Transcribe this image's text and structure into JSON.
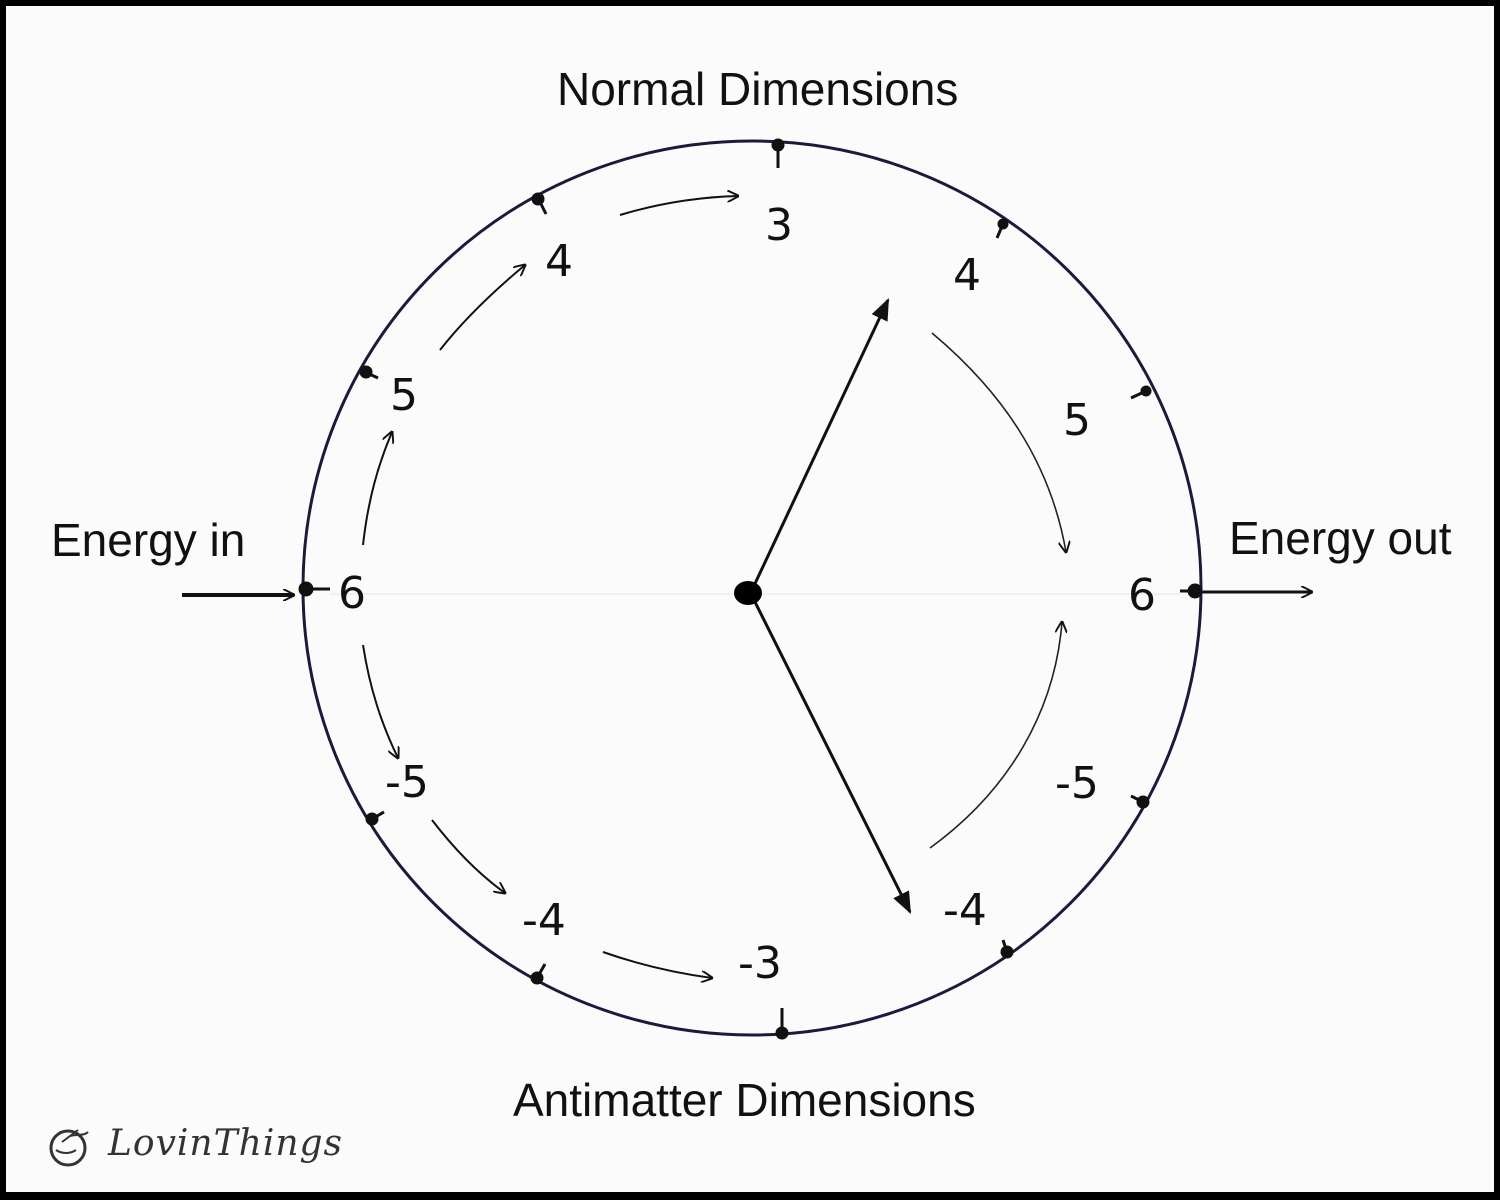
{
  "titles": {
    "top": "Normal Dimensions",
    "bottom": "Antimatter Dimensions"
  },
  "energy": {
    "in": "Energy in",
    "out": "Energy out"
  },
  "left_labels": [
    "6",
    "5",
    "4",
    "3",
    "-5",
    "-4",
    "-3"
  ],
  "right_labels": [
    "4",
    "5",
    "6",
    "-5",
    "-4"
  ],
  "watermark": "LovinThings",
  "colors": {
    "circle": "#1a1a3a",
    "ink": "#111111",
    "frame": "#000000"
  }
}
